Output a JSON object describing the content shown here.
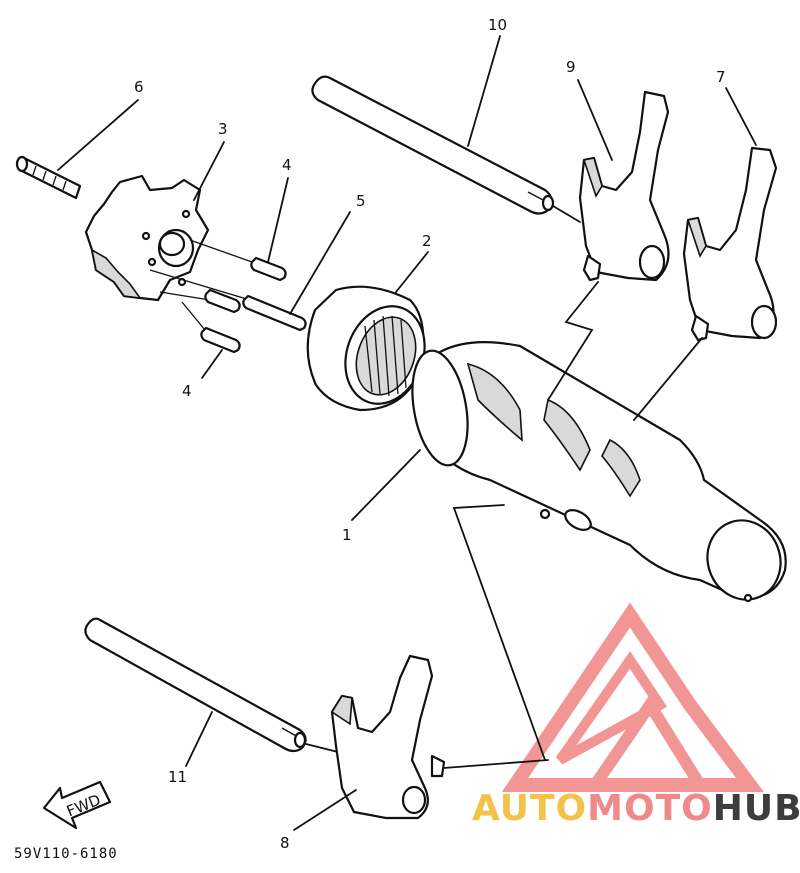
{
  "callouts": [
    {
      "id": "1",
      "text": "1"
    },
    {
      "id": "2",
      "text": "2"
    },
    {
      "id": "3",
      "text": "3"
    },
    {
      "id": "4a",
      "text": "4"
    },
    {
      "id": "4b",
      "text": "4"
    },
    {
      "id": "5",
      "text": "5"
    },
    {
      "id": "6",
      "text": "6"
    },
    {
      "id": "7",
      "text": "7"
    },
    {
      "id": "8",
      "text": "8"
    },
    {
      "id": "9",
      "text": "9"
    },
    {
      "id": "10",
      "text": "10"
    },
    {
      "id": "11",
      "text": "11"
    }
  ],
  "fwd_label": "FWD",
  "diagram_code": "59V110-6180",
  "watermark": {
    "part1": "AUTO",
    "part2": "MOTO",
    "part3": "HUB",
    "color_light": "#f3c24a",
    "color_red": "#f08a8a",
    "color_dark": "#3d3d3d"
  }
}
